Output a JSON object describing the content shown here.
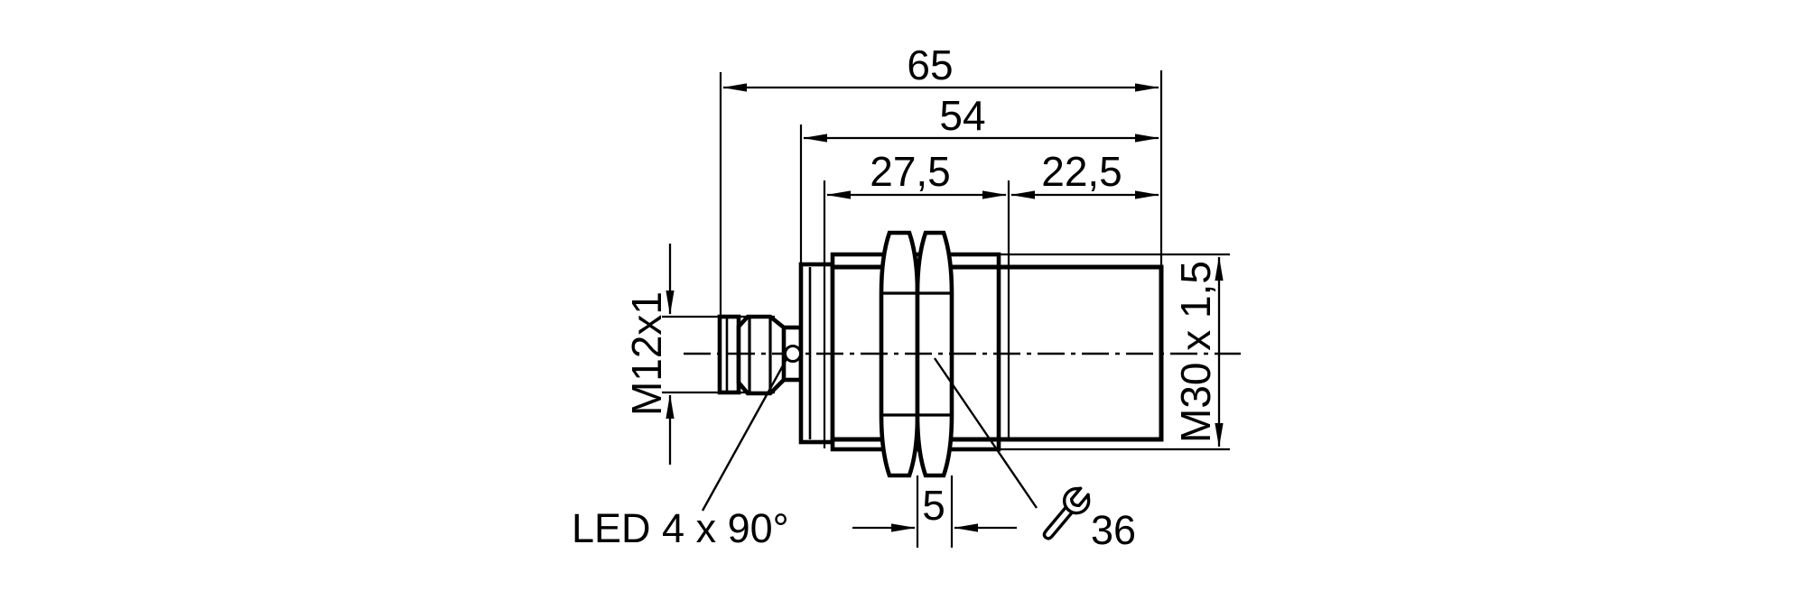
{
  "drawing": {
    "kind": "technical-dimension-drawing",
    "units": "mm",
    "colors": {
      "line": "#000000",
      "background": "#ffffff"
    },
    "dimensions": {
      "overall_length": {
        "label": "65"
      },
      "housing_length": {
        "label": "54"
      },
      "thread_length": {
        "label": "27,5"
      },
      "head_length": {
        "label": "22,5"
      },
      "nut_thickness": {
        "label": "5"
      },
      "barrel_thread": {
        "label": "M30 x 1,5"
      },
      "connector_thread": {
        "label": "M12x1"
      },
      "wrench_size": {
        "label": "36"
      },
      "led_note": {
        "label": "LED 4 x 90°"
      }
    },
    "icons": {
      "wrench": "wrench-icon"
    }
  }
}
